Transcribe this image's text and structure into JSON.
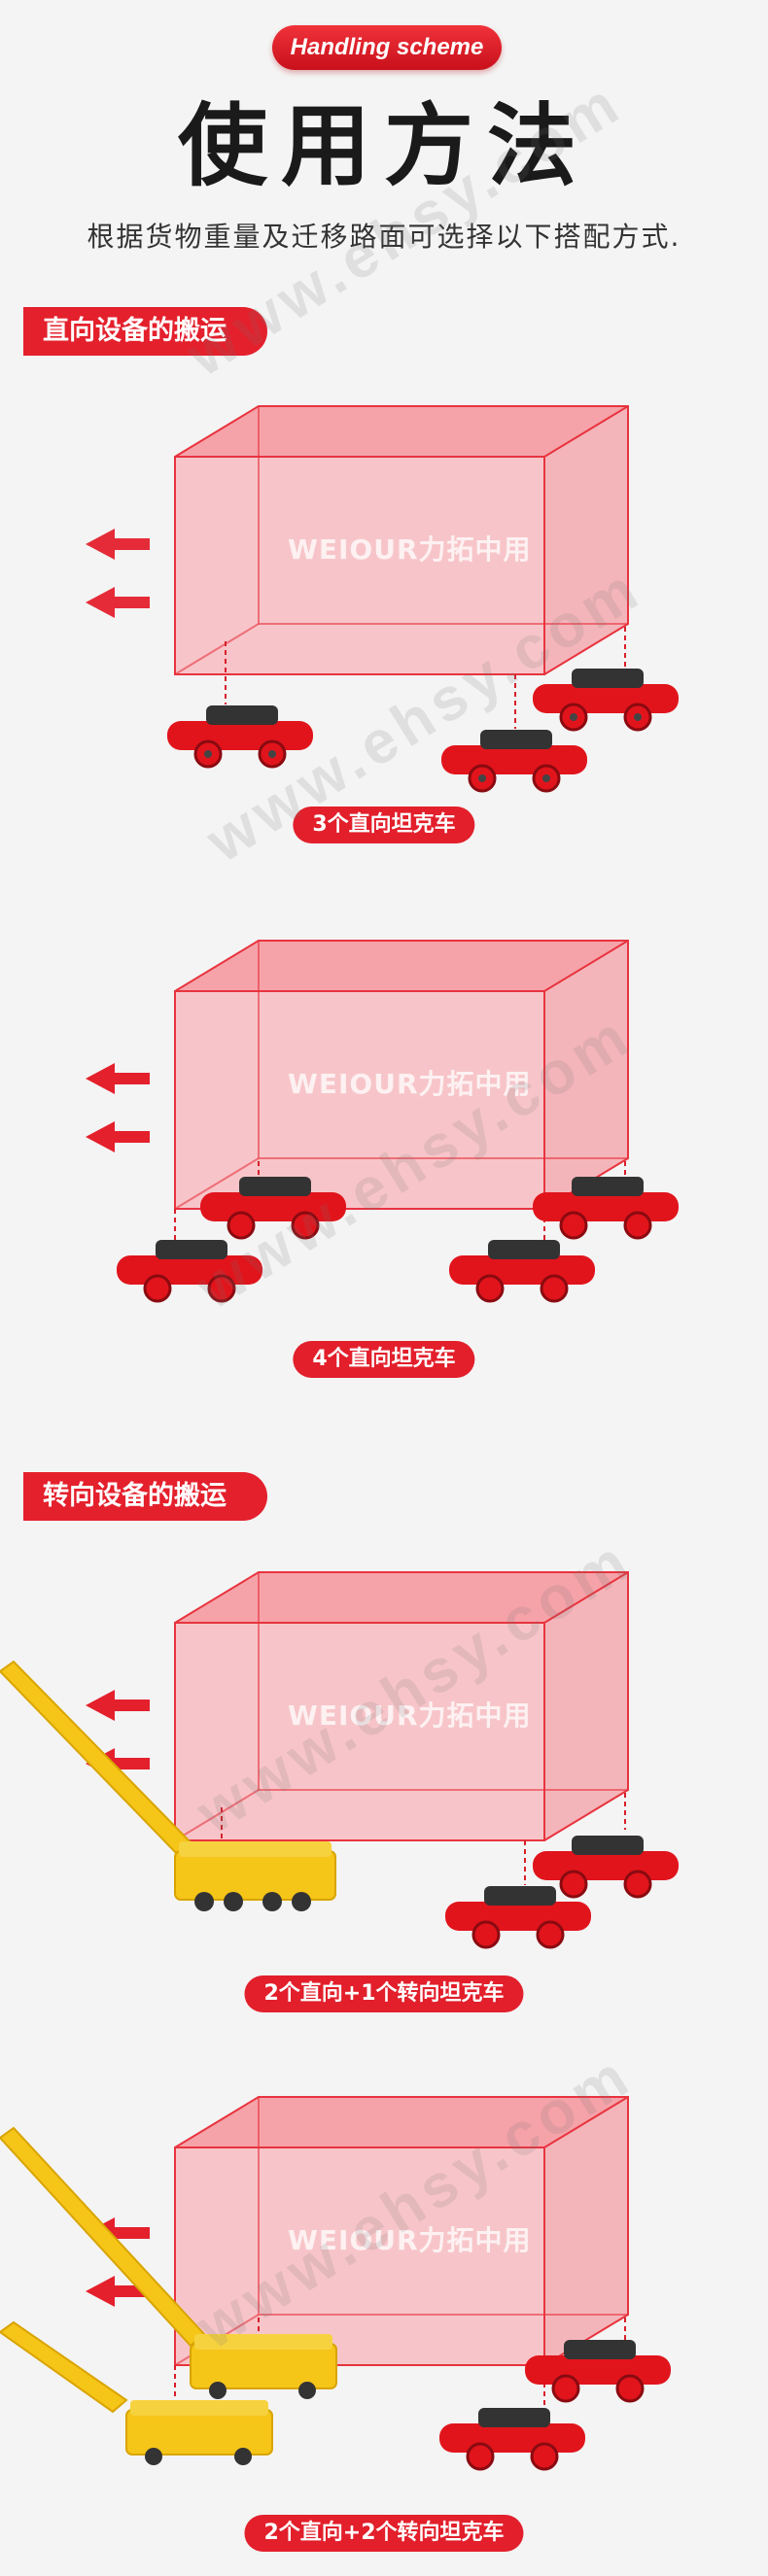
{
  "header": {
    "pill_label": "Handling scheme",
    "title": "使用方法",
    "subtitle": "根据货物重量及迁移路面可选择以下搭配方式."
  },
  "sections": [
    {
      "label": "直向设备的搬运"
    },
    {
      "label": "转向设备的搬运"
    }
  ],
  "scenes": [
    {
      "caption": "3个直向坦克车"
    },
    {
      "caption": "4个直向坦克车"
    },
    {
      "caption": "2个直向+1个转向坦克车"
    },
    {
      "caption": "2个直向+2个转向坦克车"
    }
  ],
  "brand_mark": "WEIOUR力拓中用",
  "watermark": "www.ehsy.com",
  "colors": {
    "accent_red": "#e4202c",
    "box_fill": "#f7b3b8",
    "box_edge": "#e8343f",
    "dolly_red": "#e1141c",
    "turning_yellow": "#f5c518"
  }
}
